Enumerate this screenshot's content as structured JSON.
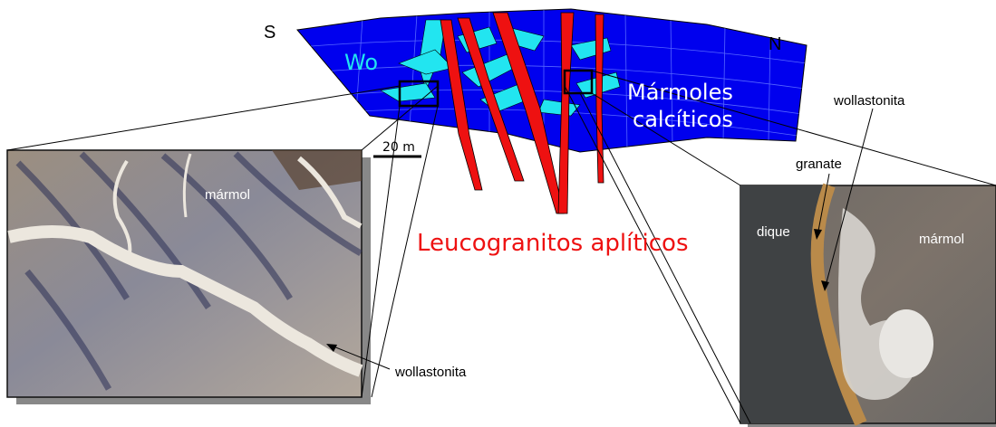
{
  "diagram": {
    "orientation": {
      "south": "S",
      "north": "N"
    },
    "cross_section": {
      "unit_wollastonite": "Wo",
      "unit_marble_line1": "Mármoles",
      "unit_marble_line2": "calcíticos",
      "scale_bar": "20 m",
      "dykes_label": "Leucogranitos aplíticos"
    },
    "photo_left": {
      "label_marble": "mármol",
      "label_wollastonite": "wollastonita"
    },
    "photo_right": {
      "label_wollastonite": "wollastonita",
      "label_garnet": "granate",
      "label_dyke": "dique",
      "label_marble": "mármol"
    },
    "colors": {
      "marble_blue": "#0000ee",
      "wollastonite_cyan": "#22e5f0",
      "dyke_red": "#ee1111",
      "label_red": "#ee1111",
      "label_cyan": "#22e5f0"
    }
  }
}
